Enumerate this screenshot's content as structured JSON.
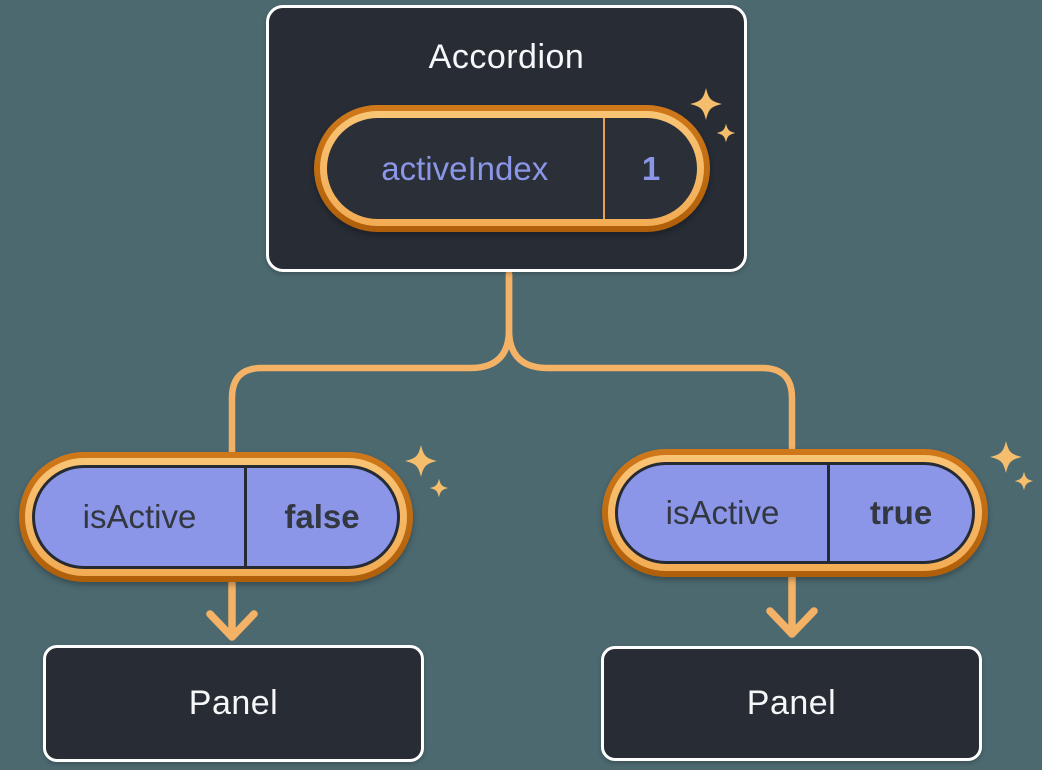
{
  "colors": {
    "bg": "#4C6970",
    "box_fill": "#272C35",
    "box_border": "#FFFFFF",
    "text_light": "#F6F7F9",
    "text_dark": "#33373F",
    "pill_outline": "#262B33",
    "purple_fill": "#8B96E9",
    "purple_text": "#8B96E8",
    "ring_outer_top": "#D0791B",
    "ring_outer_bottom": "#AF5F09",
    "ring_inner_top": "#F9C475",
    "ring_inner_bottom": "#F2AC54",
    "pill_dark_fill": "#2A2F38",
    "divider_orange": "#E9A050",
    "connector": "#F4B266",
    "sparkle": "#F5BE6D"
  },
  "diagram": {
    "root": {
      "title": "Accordion",
      "state": {
        "name": "activeIndex",
        "value": "1"
      }
    },
    "children": [
      {
        "prop": {
          "name": "isActive",
          "value": "false"
        },
        "panel_label": "Panel"
      },
      {
        "prop": {
          "name": "isActive",
          "value": "true"
        },
        "panel_label": "Panel"
      }
    ]
  }
}
